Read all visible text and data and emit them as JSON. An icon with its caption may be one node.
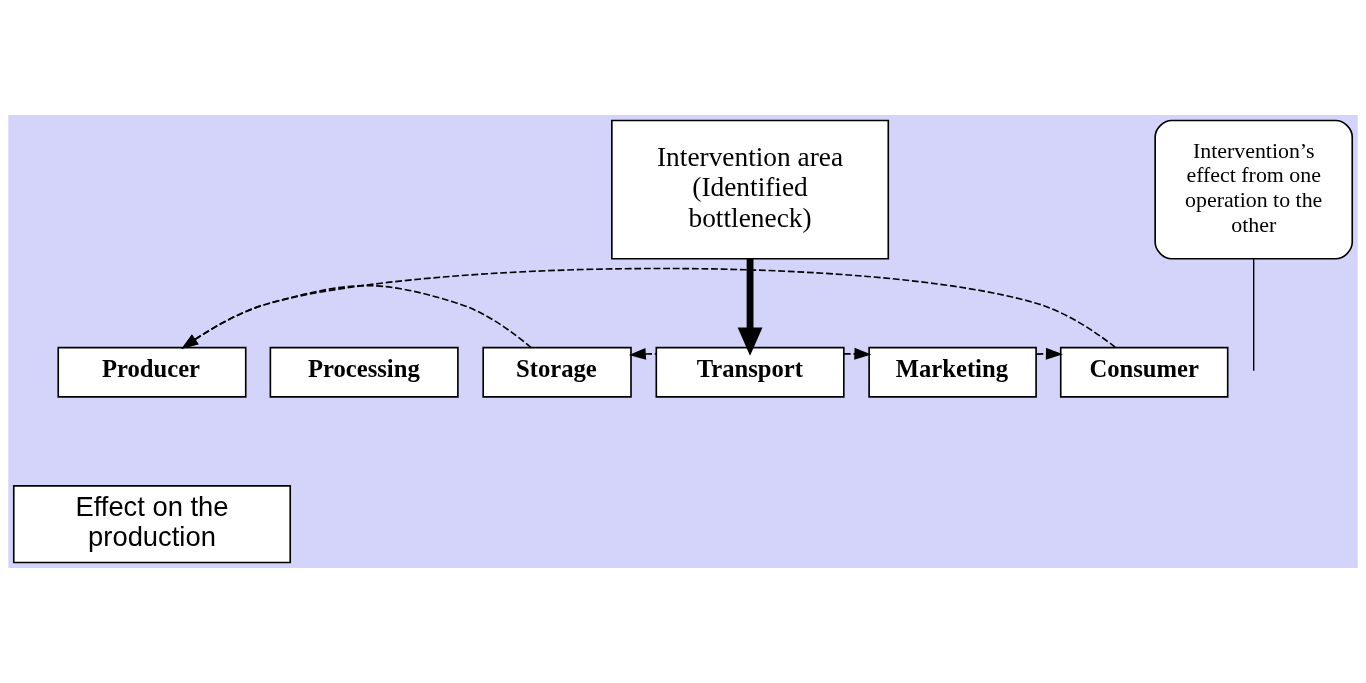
{
  "diagram": {
    "nodes": [
      {
        "text": [
          "Intervention area (Identified bottleneck)"
        ]
      },
      {
        "text": [
          "Intervention’s effect from one operation to the other"
        ]
      },
      {
        "text": [
          "Producer"
        ]
      },
      {
        "text": [
          "Processing"
        ]
      },
      {
        "text": [
          "Storage"
        ]
      },
      {
        "text": [
          "Transport"
        ]
      },
      {
        "text": [
          "Marketing"
        ]
      },
      {
        "text": [
          "Consumer"
        ]
      },
      {
        "text": [
          "Effect on the production"
        ]
      }
    ],
    "edges": [
      {
        "from": 0,
        "to": 5,
        "arrow": "to",
        "style": "thick"
      },
      {
        "from": 1,
        "to": null,
        "arrow": "none"
      },
      {
        "from": 4,
        "to": 2,
        "arrow": "to",
        "style": "dashed"
      },
      {
        "from": 5,
        "to": 4,
        "arrow": "to",
        "style": "dashed"
      },
      {
        "from": 5,
        "to": 6,
        "arrow": "to",
        "style": "dashed"
      },
      {
        "from": 6,
        "to": 7,
        "arrow": "to",
        "style": "dashed"
      },
      {
        "from": 7,
        "to": 2,
        "arrow": "to",
        "style": "dashed"
      }
    ]
  }
}
